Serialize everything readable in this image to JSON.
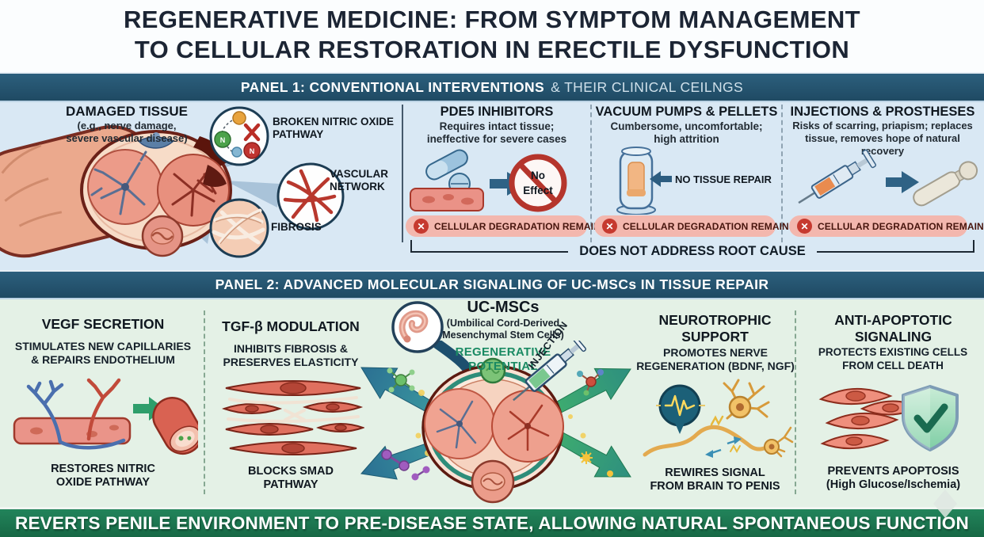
{
  "title": "REGENERATIVE MEDICINE: FROM SYMPTOM MANAGEMENT\nTO CELLULAR RESTORATION IN ERECTILE DYSFUNCTION",
  "colors": {
    "panel_header_bg": "#25536e",
    "panel1_bg": "#d9e8f4",
    "panel2_bg": "#e4f1e6",
    "banner_bg": "#1e7b52",
    "badge_bg": "#f3b7ae",
    "alert_red": "#c6392f",
    "accent_green": "#1a8a63",
    "arrow_blue": "#2f6285",
    "title_navy": "#1c2534"
  },
  "icons": {
    "x_mark": "✕",
    "nitric_n": "N"
  },
  "panel1": {
    "header_bold": "PANEL 1: CONVENTIONAL INTERVENTIONS",
    "header_light": "& THEIR CLINICAL CEILNGS",
    "damaged": {
      "title": "DAMAGED TISSUE",
      "subtitle": "(e.g., nerve damage,\nsevere vascular disease)",
      "callout_no_pathway": "BROKEN NITRIC OXIDE\nPATHWAY",
      "callout_vascular": "VASCULAR\nNETWORK",
      "callout_fibrosis": "FIBROSIS"
    },
    "treatments": [
      {
        "title": "PDE5 INHIBITORS",
        "subtitle": "Requires intact tissue;\nineffective for severe cases",
        "annotation": "No\nEffect",
        "badge": "CELLULAR DEGRADATION REMAINS"
      },
      {
        "title": "VACUUM PUMPS & PELLETS",
        "subtitle": "Cumbersome, uncomfortable;\nhigh attrition",
        "annotation": "NO TISSUE REPAIR",
        "badge": "CELLULAR DEGRADATION REMAINS"
      },
      {
        "title": "INJECTIONS & PROSTHESES",
        "subtitle": "Risks of scarring, priapism; replaces\ntissue, removes hope of natural recovery",
        "badge": "CELLULAR DEGRADATION REMAINS"
      }
    ],
    "root_cause": "DOES NOT ADDRESS ROOT CAUSE"
  },
  "panel2": {
    "header": "PANEL 2: ADVANCED MOLECULAR SIGNALING OF UC-MSCs IN TISSUE REPAIR",
    "columns": [
      {
        "title": "VEGF SECRETION",
        "subtitle": "STIMULATES NEW CAPILLARIES\n& REPAIRS ENDOTHELIUM",
        "footer": "RESTORES NITRIC\nOXIDE PATHWAY"
      },
      {
        "title": "TGF-β MODULATION",
        "subtitle": "INHIBITS FIBROSIS &\nPRESERVES ELASTICITY",
        "footer": "BLOCKS SMAD\nPATHWAY"
      },
      {
        "title": "NEUROTROPHIC\nSUPPORT",
        "subtitle": "PROMOTES NERVE\nREGENERATION (BDNF, NGF)",
        "footer": "REWIRES SIGNAL\nFROM BRAIN TO PENIS"
      },
      {
        "title": "ANTI-APOPTOTIC\nSIGNALING",
        "subtitle": "PROTECTS EXISTING CELLS\nFROM CELL DEATH",
        "footer": "PREVENTS APOPTOSIS\n(High Glucose/Ischemia)"
      }
    ],
    "center": {
      "title": "UC-MSCs",
      "subtitle": "(Umbilical Cord-Derived\nMesenchymal Stem Cells)",
      "potential": "REGENERATIVE\nPOTENTIAL",
      "injection_label": "INJECTION"
    }
  },
  "banner": "REVERTS PENILE ENVIRONMENT TO PRE-DISEASE STATE, ALLOWING NATURAL SPONTANEOUS FUNCTION"
}
